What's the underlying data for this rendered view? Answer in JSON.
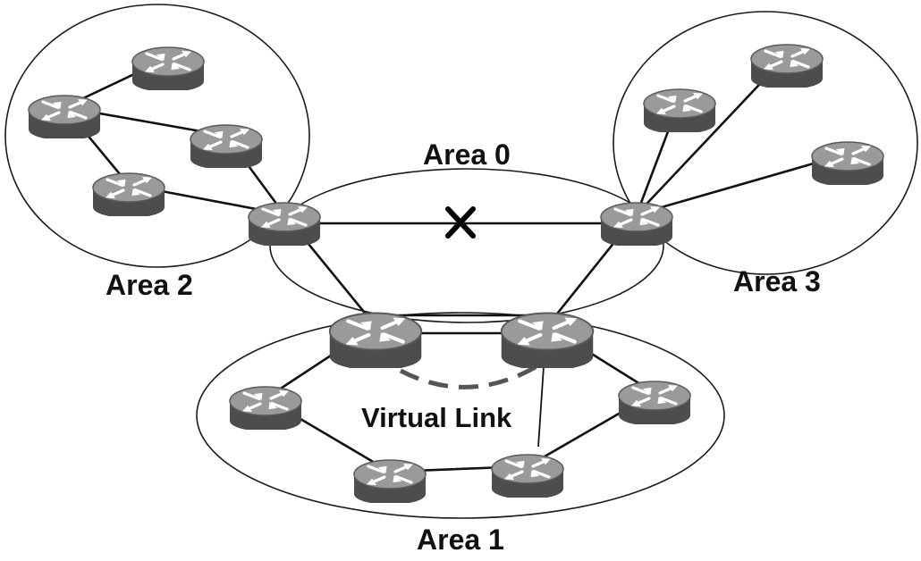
{
  "diagram": {
    "areas": [
      {
        "id": "area0",
        "label": "Area 0"
      },
      {
        "id": "area1",
        "label": "Area 1"
      },
      {
        "id": "area2",
        "label": "Area 2"
      },
      {
        "id": "area3",
        "label": "Area 3"
      }
    ],
    "virtual_link": {
      "label": "Virtual Link",
      "style": "dashed",
      "color": "#555555"
    },
    "failed_link": {
      "marker": "X",
      "between": [
        "area2-abr",
        "area3-abr"
      ]
    },
    "router_icon": "router-icon",
    "colors": {
      "line": "#111111",
      "router_top": "#9a9a9a",
      "router_side": "#4d4d4d",
      "router_arrows": "#ffffff"
    }
  }
}
